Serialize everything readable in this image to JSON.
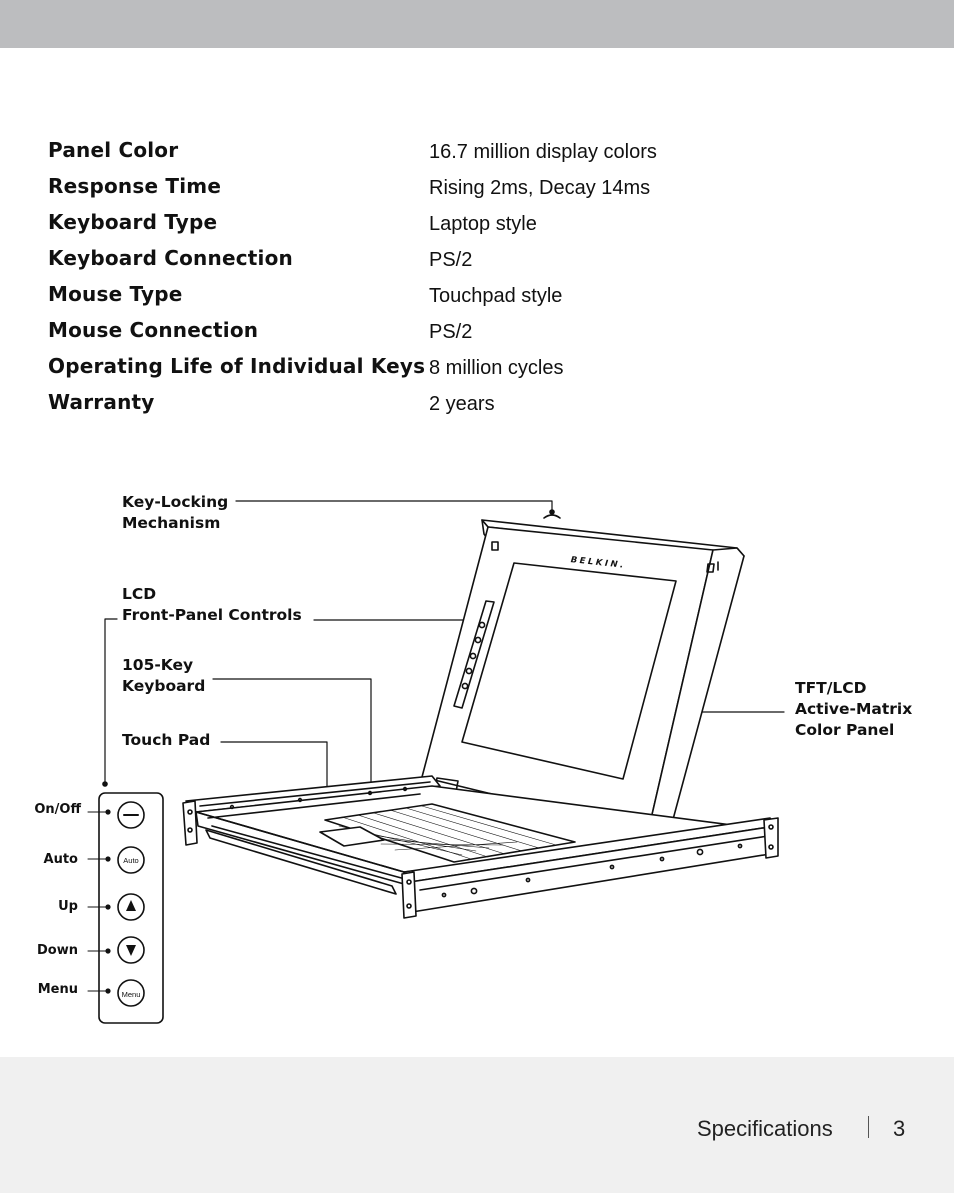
{
  "specs": [
    {
      "label": "Panel Color",
      "value": "16.7 million display colors"
    },
    {
      "label": "Response Time",
      "value": "Rising 2ms, Decay 14ms"
    },
    {
      "label": "Keyboard Type",
      "value": "Laptop style"
    },
    {
      "label": "Keyboard Connection",
      "value": "PS/2"
    },
    {
      "label": "Mouse Type",
      "value": "Touchpad style"
    },
    {
      "label": "Mouse Connection",
      "value": "PS/2"
    },
    {
      "label": "Operating Life of Individual Keys",
      "value": "8 million cycles"
    },
    {
      "label": "Warranty",
      "value": "2 years"
    }
  ],
  "diagram": {
    "callouts": {
      "key_locking": "Key-Locking\nMechanism",
      "lcd_controls": "LCD\nFront-Panel Controls",
      "keyboard": "105-Key\nKeyboard",
      "touch_pad": "Touch Pad",
      "tft_panel": "TFT/LCD\nActive-Matrix\nColor Panel"
    },
    "brand_logo": "BELKIN.",
    "controls": [
      {
        "label": "On/Off",
        "button_text": ""
      },
      {
        "label": "Auto",
        "button_text": "Auto"
      },
      {
        "label": "Up",
        "button_text": ""
      },
      {
        "label": "Down",
        "button_text": ""
      },
      {
        "label": "Menu",
        "button_text": "Menu"
      }
    ]
  },
  "footer": {
    "section": "Specifications",
    "page_number": "3"
  },
  "colors": {
    "top_band": "#bcbdbf",
    "bottom_band": "#f0f0f0",
    "line_art": "#111111"
  }
}
